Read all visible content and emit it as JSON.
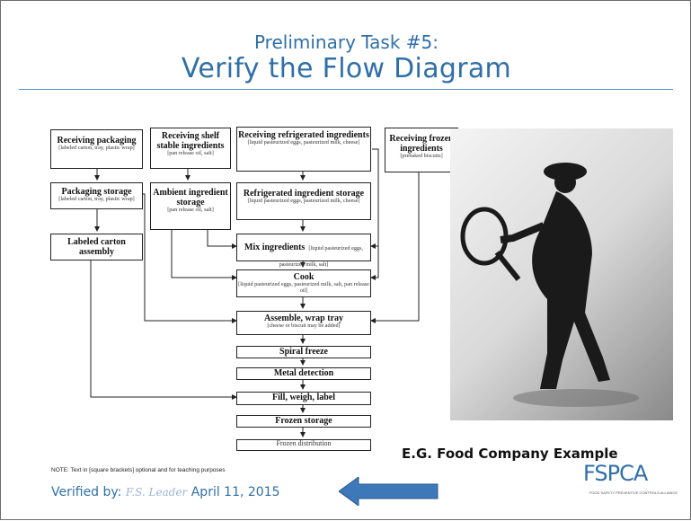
{
  "header": {
    "subtitle": "Preliminary Task #5:",
    "title": "Verify the Flow Diagram"
  },
  "flow": {
    "receiving_packaging": {
      "title": "Receiving packaging",
      "detail": "[labeled carton, tray, plastic wrap]"
    },
    "receiving_shelf": {
      "title": "Receiving shelf stable ingredients",
      "detail": "[pan release oil, salt]"
    },
    "receiving_refrig": {
      "title": "Receiving refrigerated ingredients",
      "detail": "[liquid pasteurized eggs, pasteurized milk, cheese]"
    },
    "receiving_frozen": {
      "title": "Receiving frozen ingredients",
      "detail": "[prebaked biscuits]"
    },
    "packaging_storage": {
      "title": "Packaging storage",
      "detail": "[labeled carton, tray, plastic wrap]"
    },
    "ambient_storage": {
      "title": "Ambient ingredient storage",
      "detail": "[pan release oil, salt]"
    },
    "refrig_storage": {
      "title": "Refrigerated ingredient storage",
      "detail": "[liquid pasteurized eggs, pasteurized milk, cheese]"
    },
    "labeled_carton": {
      "title": "Labeled carton assembly"
    },
    "mix": {
      "title": "Mix ingredients",
      "detail": "[liquid pasteurized eggs, pasteurized milk, salt]"
    },
    "cook": {
      "title": "Cook",
      "detail": "[liquid pasteurized eggs, pasteurized milk, salt, pan release oil]"
    },
    "assemble": {
      "title": "Assemble, wrap tray",
      "detail": "[cheese or biscuit may be added]"
    },
    "spiral": {
      "title": "Spiral freeze"
    },
    "metal": {
      "title": "Metal detection"
    },
    "fill": {
      "title": "Fill, weigh, label"
    },
    "frozen_storage": {
      "title": "Frozen storage"
    },
    "frozen_dist": {
      "title": "Frozen distribution"
    }
  },
  "footer": {
    "note": "NOTE: Text in [square brackets] optional and for teaching purposes",
    "verified_label": "Verified by:",
    "verified_name": "F.S. Leader",
    "verified_date": "April 11, 2015",
    "example_label": "E.G. Food Company Example",
    "logo_text": "FSPCA",
    "logo_subtext": "FOOD SAFETY PREVENTIVE CONTROLS ALLIANCE"
  },
  "colors": {
    "accent": "#2f6fa8",
    "arrow_blue": "#3d78b8"
  },
  "icons": {
    "photo": "detective-magnifying-glass-silhouette",
    "arrow": "left-arrow-icon"
  }
}
